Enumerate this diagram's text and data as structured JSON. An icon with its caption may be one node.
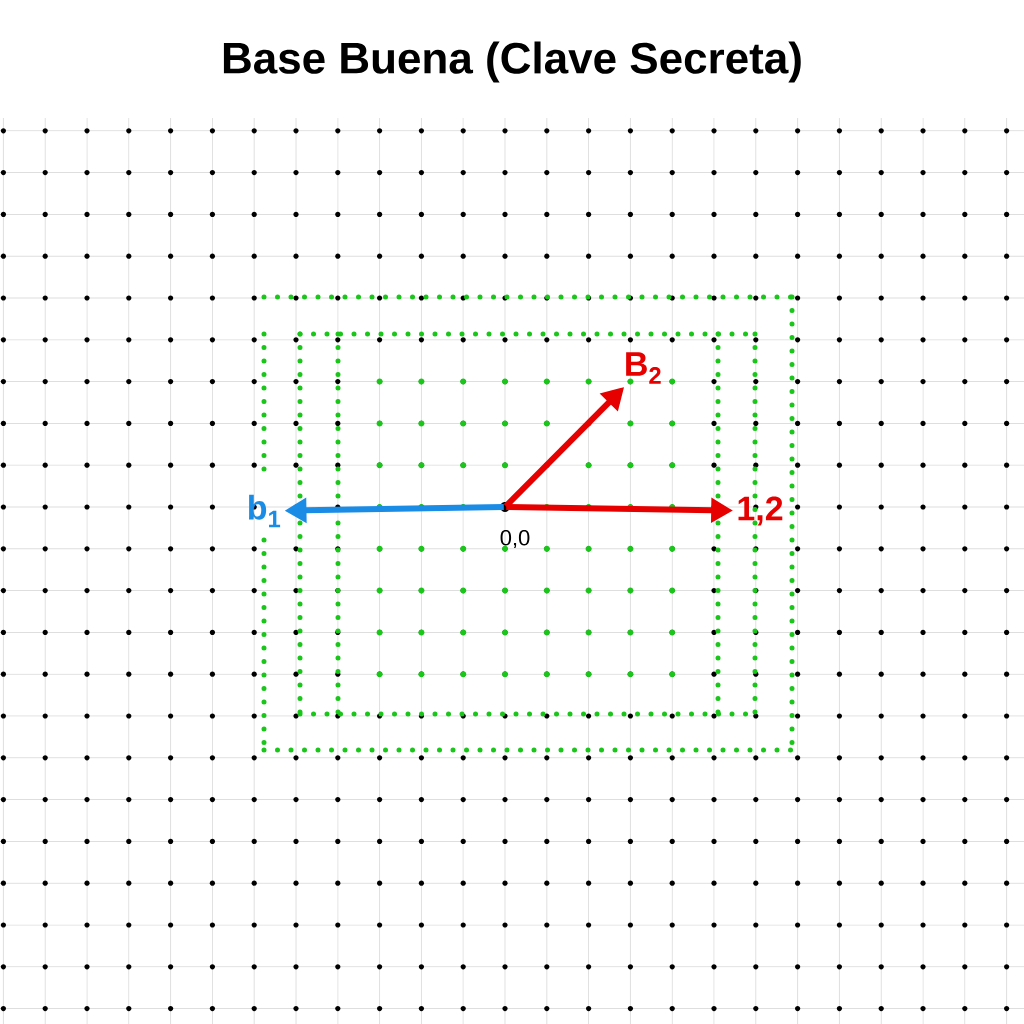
{
  "diagram": {
    "title": "Base Buena (Clave Secreta)",
    "nodes": [
      {
        "text": [],
        "shape": "circle",
        "beside": [
          "0,0"
        ]
      },
      {
        "text": [
          "b$_{1}$"
        ]
      },
      {
        "text": [
          "B$_{2}$"
        ]
      },
      {
        "text": [
          "1,2"
        ]
      }
    ],
    "edges": [
      {
        "from": 0,
        "to": 1,
        "arrow": "to",
        "color": "#1a8ce6"
      },
      {
        "from": 0,
        "to": 2,
        "arrow": "to",
        "color": "#e60000"
      },
      {
        "from": 0,
        "to": 3,
        "arrow": "to",
        "color": "#e60000"
      }
    ]
  }
}
